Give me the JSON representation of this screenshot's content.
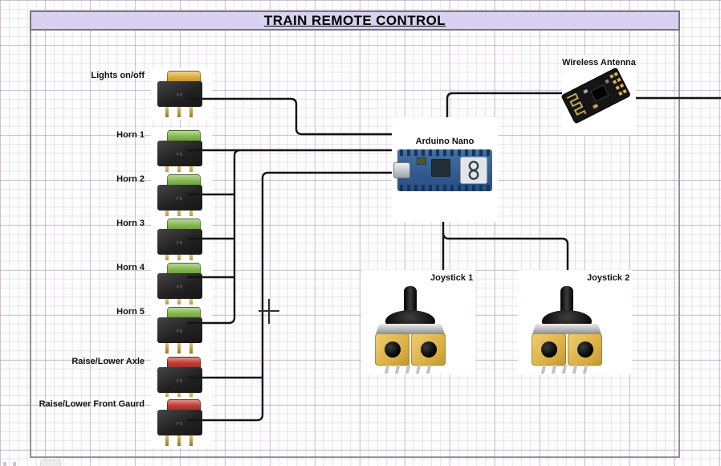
{
  "title": "TRAIN REMOTE CONTROL",
  "buttons": [
    {
      "label": "Lights on/off",
      "cap_color": "#e2af3a"
    },
    {
      "label": "Horn 1",
      "cap_color": "#85b94f"
    },
    {
      "label": "Horn 2",
      "cap_color": "#85b94f"
    },
    {
      "label": "Horn 3",
      "cap_color": "#85b94f"
    },
    {
      "label": "Horn 4",
      "cap_color": "#85b94f"
    },
    {
      "label": "Horn 5",
      "cap_color": "#85b94f"
    },
    {
      "label": "Raise/Lower Axle",
      "cap_color": "#c33a32"
    },
    {
      "label": "Raise/Lower Front Gaurd",
      "cap_color": "#c33a32"
    }
  ],
  "modules": {
    "arduino": {
      "label": "Arduino Nano"
    },
    "antenna": {
      "label": "Wireless Antenna"
    },
    "joystick1": {
      "label": "Joystick 1"
    },
    "joystick2": {
      "label": "Joystick 2"
    }
  },
  "colors": {
    "title_bar_fill": "#d8d1ef",
    "title_border": "#757575",
    "page_border": "#929292",
    "wire": "#141414"
  }
}
